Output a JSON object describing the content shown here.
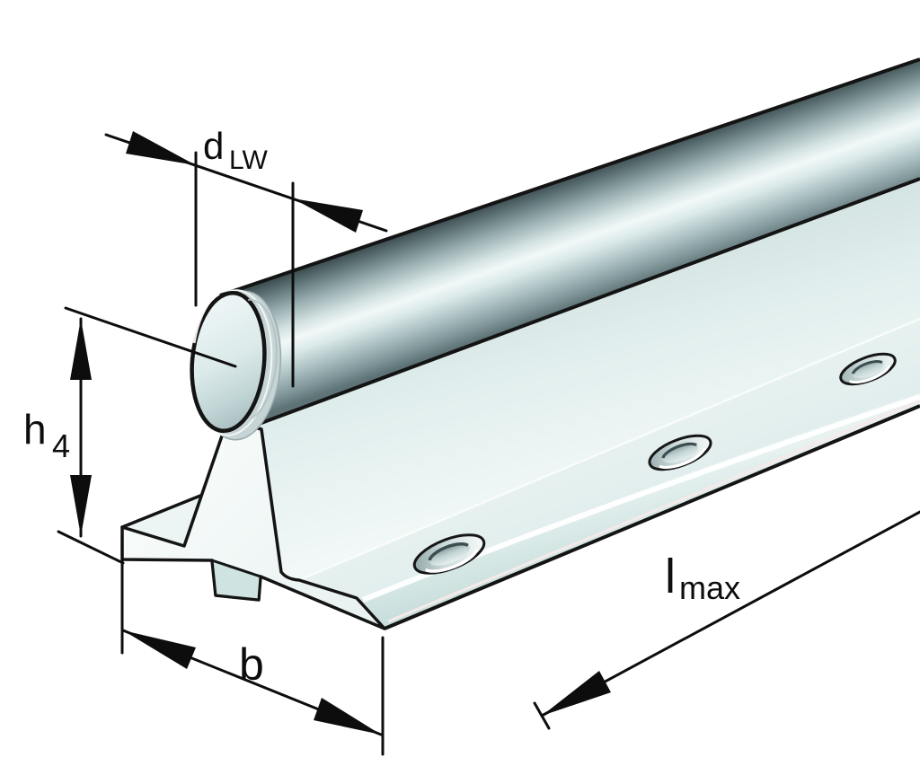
{
  "figure": {
    "type": "technical-drawing",
    "subject": "Shaft with support rail and counterbored mounting holes, isometric view",
    "background_color": "#ffffff",
    "outline_color": "#111111",
    "metal_light_color": "#e6f1f0",
    "metal_dark_color": "#5d7376",
    "highlight_color": "#ffffff",
    "hole_count": 3
  },
  "dimensions": {
    "shaft_diameter": {
      "main": "d",
      "sub": "LW"
    },
    "rail_height": {
      "main": "h",
      "sub": "4"
    },
    "base_width": {
      "main": "b",
      "sub": ""
    },
    "max_length": {
      "main": "l",
      "sub": "max"
    }
  }
}
